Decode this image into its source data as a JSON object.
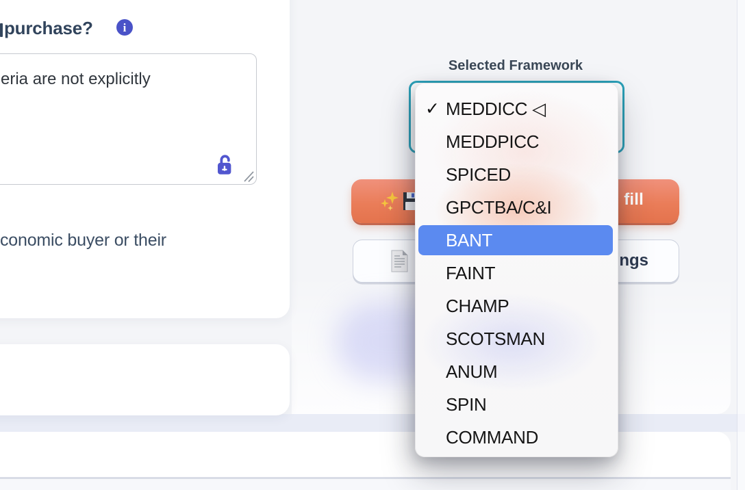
{
  "colors": {
    "accent_orange": "#ea7d59",
    "highlight_blue": "#5b8af0",
    "select_border_teal": "#2da2b9",
    "info_icon_indigo": "#4a53c8",
    "lock_icon_indigo": "#5156cf",
    "band_blue_gray": "#e9ecf6"
  },
  "left_form": {
    "question_top_fragment": "purchase?",
    "textarea_value_fragment": "eria are not explicitly",
    "question_bottom_fragment": "conomic buyer or their"
  },
  "framework_panel": {
    "label": "Selected Framework",
    "dropdown": {
      "check_glyph": "✓",
      "items": [
        {
          "label": "MEDDICC ◁",
          "checked": true
        },
        {
          "label": "MEDDPICC"
        },
        {
          "label": "SPICED"
        },
        {
          "label": "GPCTBA/C&I"
        },
        {
          "label": "BANT",
          "highlighted": true
        },
        {
          "label": "FAINT"
        },
        {
          "label": "CHAMP"
        },
        {
          "label": "SCOTSMAN"
        },
        {
          "label": "ANUM"
        },
        {
          "label": "SPIN"
        },
        {
          "label": "COMMAND"
        }
      ]
    },
    "autofill_button": {
      "text_fragment_right": "fill"
    },
    "settings_button": {
      "text_fragment_right": "ngs"
    }
  }
}
